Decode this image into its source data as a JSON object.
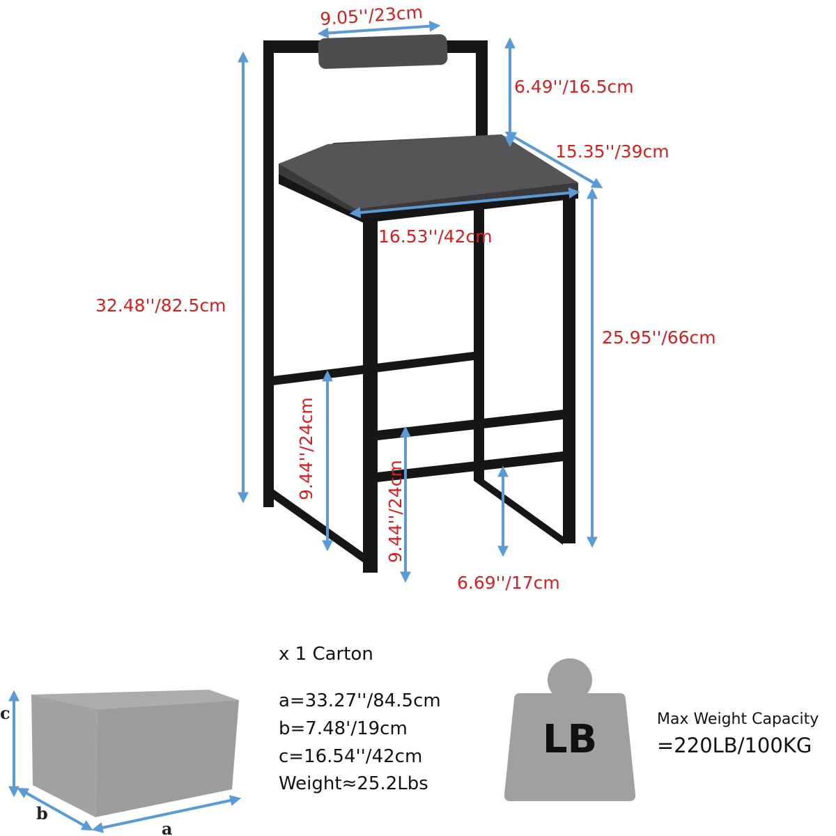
{
  "stool_dimensions": {
    "backrest_width": "9.05''/23cm",
    "backrest_height": "6.49''/16.5cm",
    "seat_depth": "15.35''/39cm",
    "seat_width": "16.53''/42cm",
    "total_height": "32.48''/82.5cm",
    "seat_height": "25.95''/66cm",
    "back_footrest_height": "9.44''/24cm",
    "front_footrest_height": "9.44''/24cm",
    "lower_footrest_height": "6.69''/17cm"
  },
  "carton": {
    "count": "x 1 Carton",
    "a": "a=33.27''/84.5cm",
    "b": "b=7.48'/19cm",
    "c": "c=16.54''/42cm",
    "weight": "Weight≈25.2Lbs",
    "label_a": "a",
    "label_b": "b",
    "label_c": "c"
  },
  "capacity": {
    "icon_label": "LB",
    "title": "Max Weight Capacity",
    "value": "=220LB/100KG"
  },
  "colors": {
    "dimension_text": "#d42020",
    "arrow": "#5b9bd5",
    "cushion": "#4a4a4c",
    "frame": "#161616",
    "box": "#9e9e9e"
  }
}
